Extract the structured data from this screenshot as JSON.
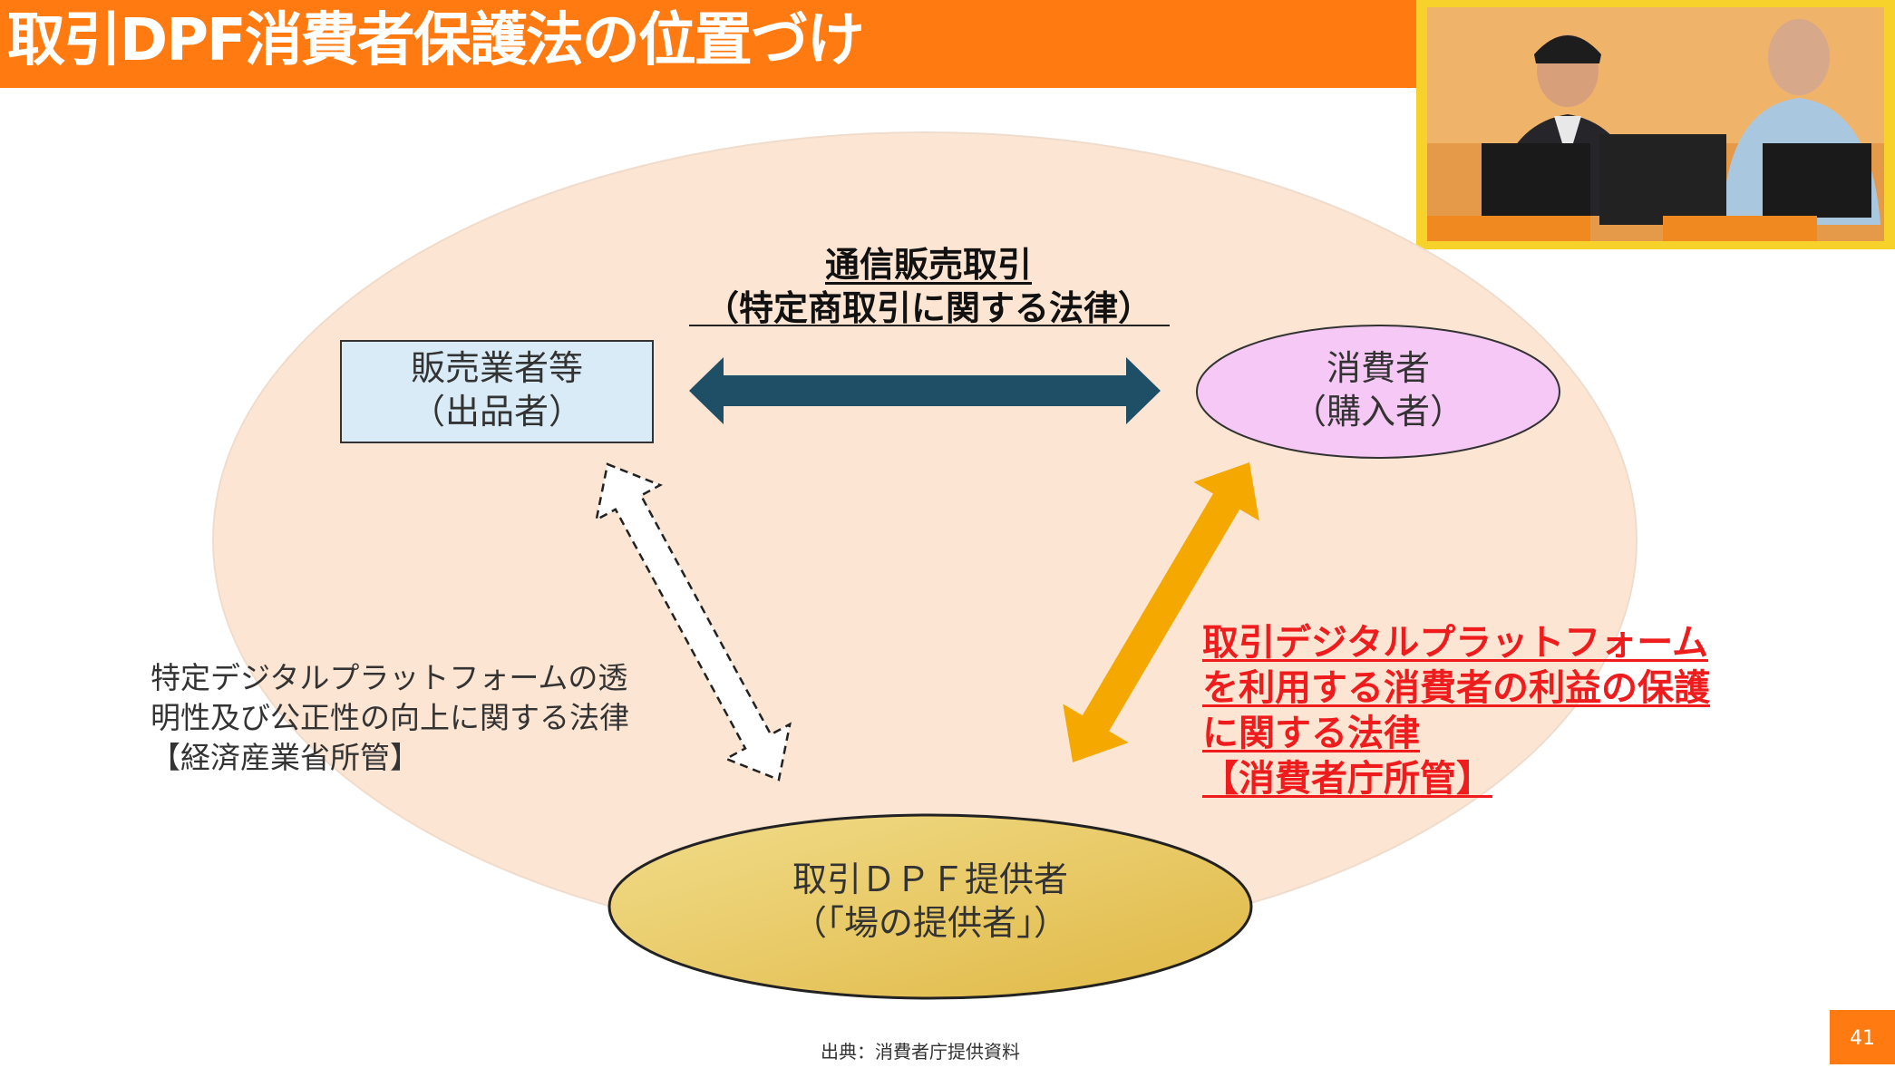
{
  "header": {
    "title": "取引DPF消費者保護法の位置づけ"
  },
  "diagram": {
    "top_label": {
      "line1": "通信販売取引",
      "line2": "（特定商取引に関する法律）"
    },
    "seller": {
      "line1": "販売業者等",
      "line2": "（出品者）"
    },
    "consumer": {
      "line1": "消費者",
      "line2": "（購入者）"
    },
    "platform": {
      "line1": "取引ＤＰＦ提供者",
      "line2": "（「場の提供者」）"
    },
    "left_law": {
      "line1": "特定デジタルプラットフォームの透",
      "line2": "明性及び公正性の向上に関する法律",
      "line3": "【経済産業省所管】"
    },
    "right_law": {
      "line1": "取引デジタルプラットフォーム",
      "line2": "を利用する消費者の利益の保護",
      "line3": "に関する法律",
      "line4": "【消費者庁所管】"
    }
  },
  "footer": {
    "source": "出典：消費者庁提供資料",
    "page_number": "41"
  },
  "colors": {
    "header": "#ff7a10",
    "big_ellipse": "#fce5d3",
    "seller_box": "#d9ebf6",
    "consumer_ellipse": "#f6c8f5",
    "platform_ellipse": "#e8c45c",
    "horizontal_arrow": "#1f4e67",
    "orange_arrow": "#f5a800",
    "red_text": "#ee1c1c"
  }
}
